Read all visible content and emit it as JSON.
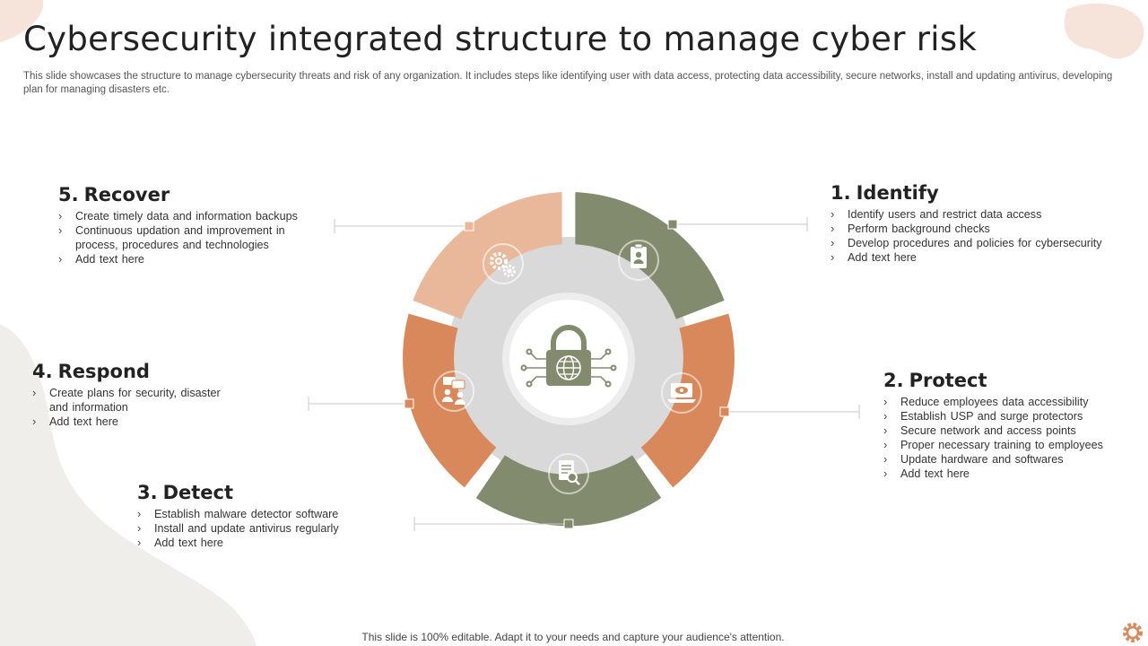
{
  "title": "Cybersecurity integrated structure to manage cyber risk",
  "subtitle": "This slide showcases the structure to manage cybersecurity threats and risk of any organization. It includes steps like identifying user with data access, protecting data accessibility, secure networks, install and updating antivirus, developing plan for managing disasters etc.",
  "colors": {
    "green": "#838B6E",
    "orange": "#D8885A",
    "peach": "#E9B799",
    "gray_divider": "#D9D9D9",
    "blob": "#EFEEEB"
  },
  "steps": [
    {
      "number": "1.",
      "title": "Identify",
      "icon": "user-clipboard-icon",
      "color": "green",
      "items": [
        "Identify users and restrict data access",
        "Perform background checks",
        "Develop procedures and policies for cybersecurity",
        "Add text here"
      ]
    },
    {
      "number": "2.",
      "title": "Protect",
      "icon": "laptop-eye-icon",
      "color": "orange",
      "items": [
        "Reduce employees data accessibility",
        "Establish USP and surge protectors",
        "Secure network and access points",
        "Proper necessary training to employees",
        "Update hardware  and softwares",
        "Add text here"
      ]
    },
    {
      "number": "3.",
      "title": "Detect",
      "icon": "document-search-icon",
      "color": "green",
      "items": [
        "Establish malware detector software",
        "Install and update antivirus regularly",
        "Add text here"
      ]
    },
    {
      "number": "4.",
      "title": "Respond",
      "icon": "team-meeting-icon",
      "color": "orange",
      "items": [
        "Create plans for security, disaster and information",
        "Add text here"
      ]
    },
    {
      "number": "5.",
      "title": "Recover",
      "icon": "gears-icon",
      "color": "peach",
      "items": [
        "Create timely data and information backups",
        "Continuous updation and improvement in process, procedures and technologies",
        "Add text here"
      ]
    }
  ],
  "center_icon": "lock-globe-circuit-icon",
  "footer": "This slide is 100% editable. Adapt it to your needs and capture your audience's attention."
}
